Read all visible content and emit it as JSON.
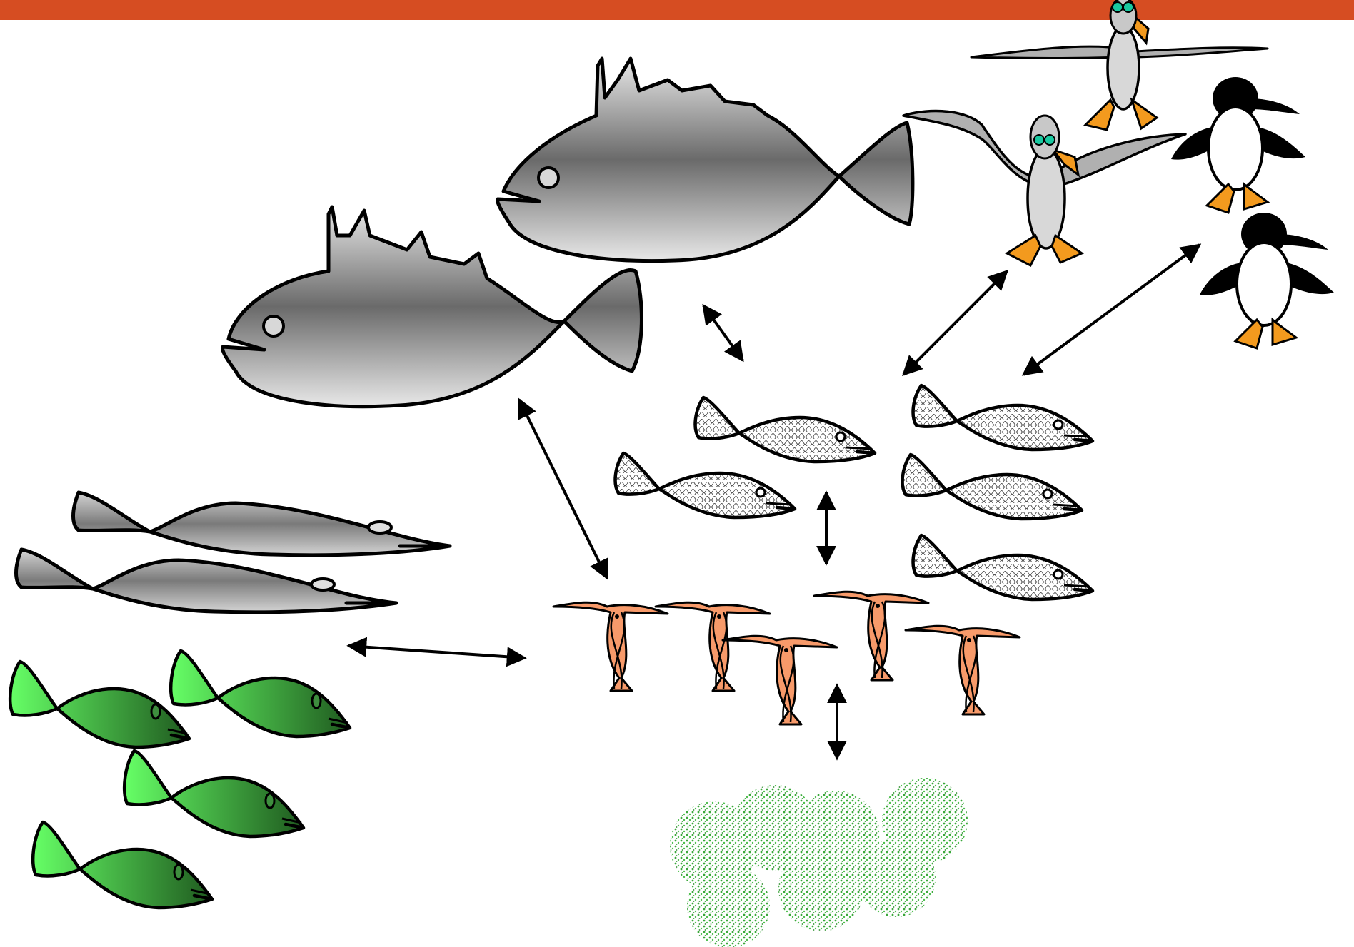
{
  "diagram": {
    "kind": "marine-food-web",
    "header_bar_color": "#D64D22",
    "colors": {
      "predator_fish": "#6e6e6e",
      "forage_fish": "#b5b5b5",
      "eel_fish": "#8a8a8a",
      "green_fish": "#3fcf4f",
      "krill": "#f79a6a",
      "seabird_wing": "#b0b0b0",
      "bird_feet": "#f39a1e",
      "bird_goggles": "#19c9a0",
      "phytoplankton": "#3aa83a",
      "outline": "#000000"
    },
    "organisms": [
      {
        "id": "predator-fish",
        "count": 2,
        "icon": "large-predator-fish-icon"
      },
      {
        "id": "forage-fish",
        "count": 5,
        "icon": "patterned-fish-icon"
      },
      {
        "id": "eel-fish",
        "count": 2,
        "icon": "slender-fish-icon"
      },
      {
        "id": "green-fish",
        "count": 4,
        "icon": "green-fish-icon"
      },
      {
        "id": "seabird",
        "count": 2,
        "icon": "flying-seabird-icon"
      },
      {
        "id": "penguin",
        "count": 2,
        "icon": "penguin-icon"
      },
      {
        "id": "krill",
        "count": 5,
        "icon": "krill-icon"
      },
      {
        "id": "phytoplankton",
        "count": 1,
        "icon": "phytoplankton-cluster-icon"
      }
    ],
    "links": [
      {
        "from": "predator-fish",
        "to": "forage-fish",
        "type": "bidirectional"
      },
      {
        "from": "predator-fish",
        "to": "krill",
        "type": "bidirectional"
      },
      {
        "from": "seabird",
        "to": "forage-fish",
        "type": "bidirectional"
      },
      {
        "from": "penguin",
        "to": "forage-fish",
        "type": "bidirectional"
      },
      {
        "from": "forage-fish",
        "to": "krill",
        "type": "bidirectional"
      },
      {
        "from": "eel-fish",
        "to": "krill",
        "type": "bidirectional"
      },
      {
        "from": "krill",
        "to": "phytoplankton",
        "type": "bidirectional"
      }
    ]
  }
}
